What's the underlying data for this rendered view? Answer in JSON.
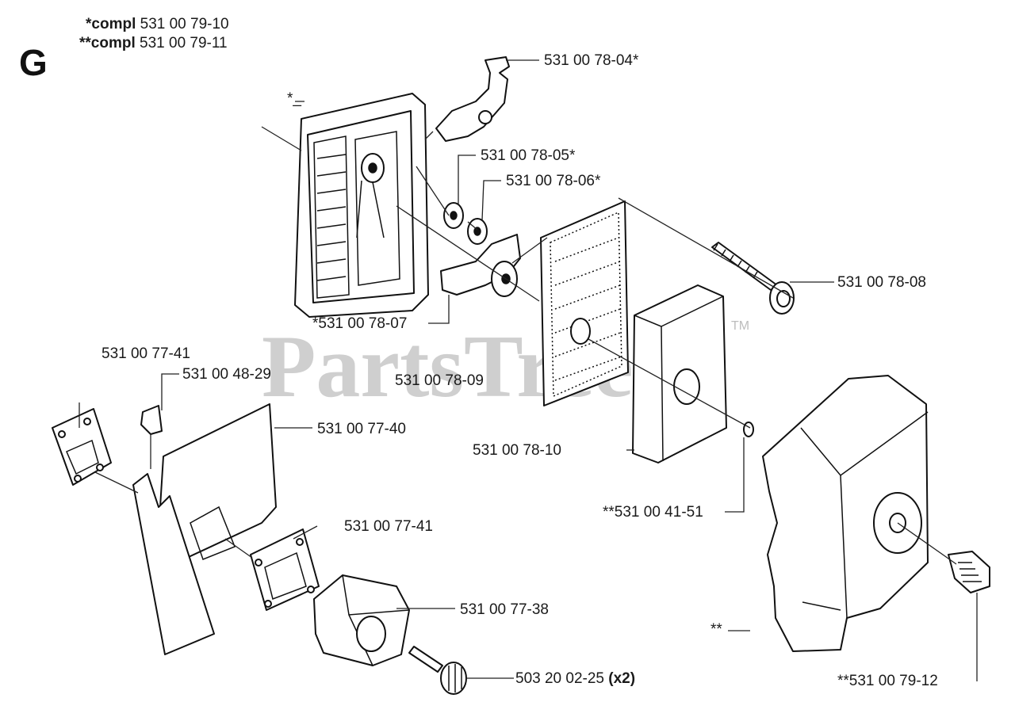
{
  "section_letter": "G",
  "compl": [
    {
      "prefix": "*",
      "bold": "compl",
      "number": " 531 00 79-10"
    },
    {
      "prefix": "**",
      "bold": "compl",
      "number": " 531 00 79-11"
    }
  ],
  "watermark": {
    "text": "PartsTree",
    "tm": "TM"
  },
  "labels": {
    "p_780804": "531 00 78-04*",
    "star_marker": "*_",
    "p_780805": "531 00 78-05*",
    "p_780806": "531 00 78-06*",
    "p_780808": "531 00 78-08",
    "p_780807": "*531 00 78-07",
    "p_7741_a": "531 00 77-41",
    "p_4829": "531 00 48-29",
    "p_780809": "531 00 78-09",
    "p_7740": "531 00 77-40",
    "p_781010": "531 00 78-10",
    "p_4151": "**531 00 41-51",
    "p_7741_b": "531 00 77-41",
    "p_7738": "531 00 77-38",
    "dstar_marker": "**",
    "p_0225": "503 20 02-25 ",
    "p_0225_qty": "(x2)",
    "p_7912": "**531 00 79-12"
  }
}
